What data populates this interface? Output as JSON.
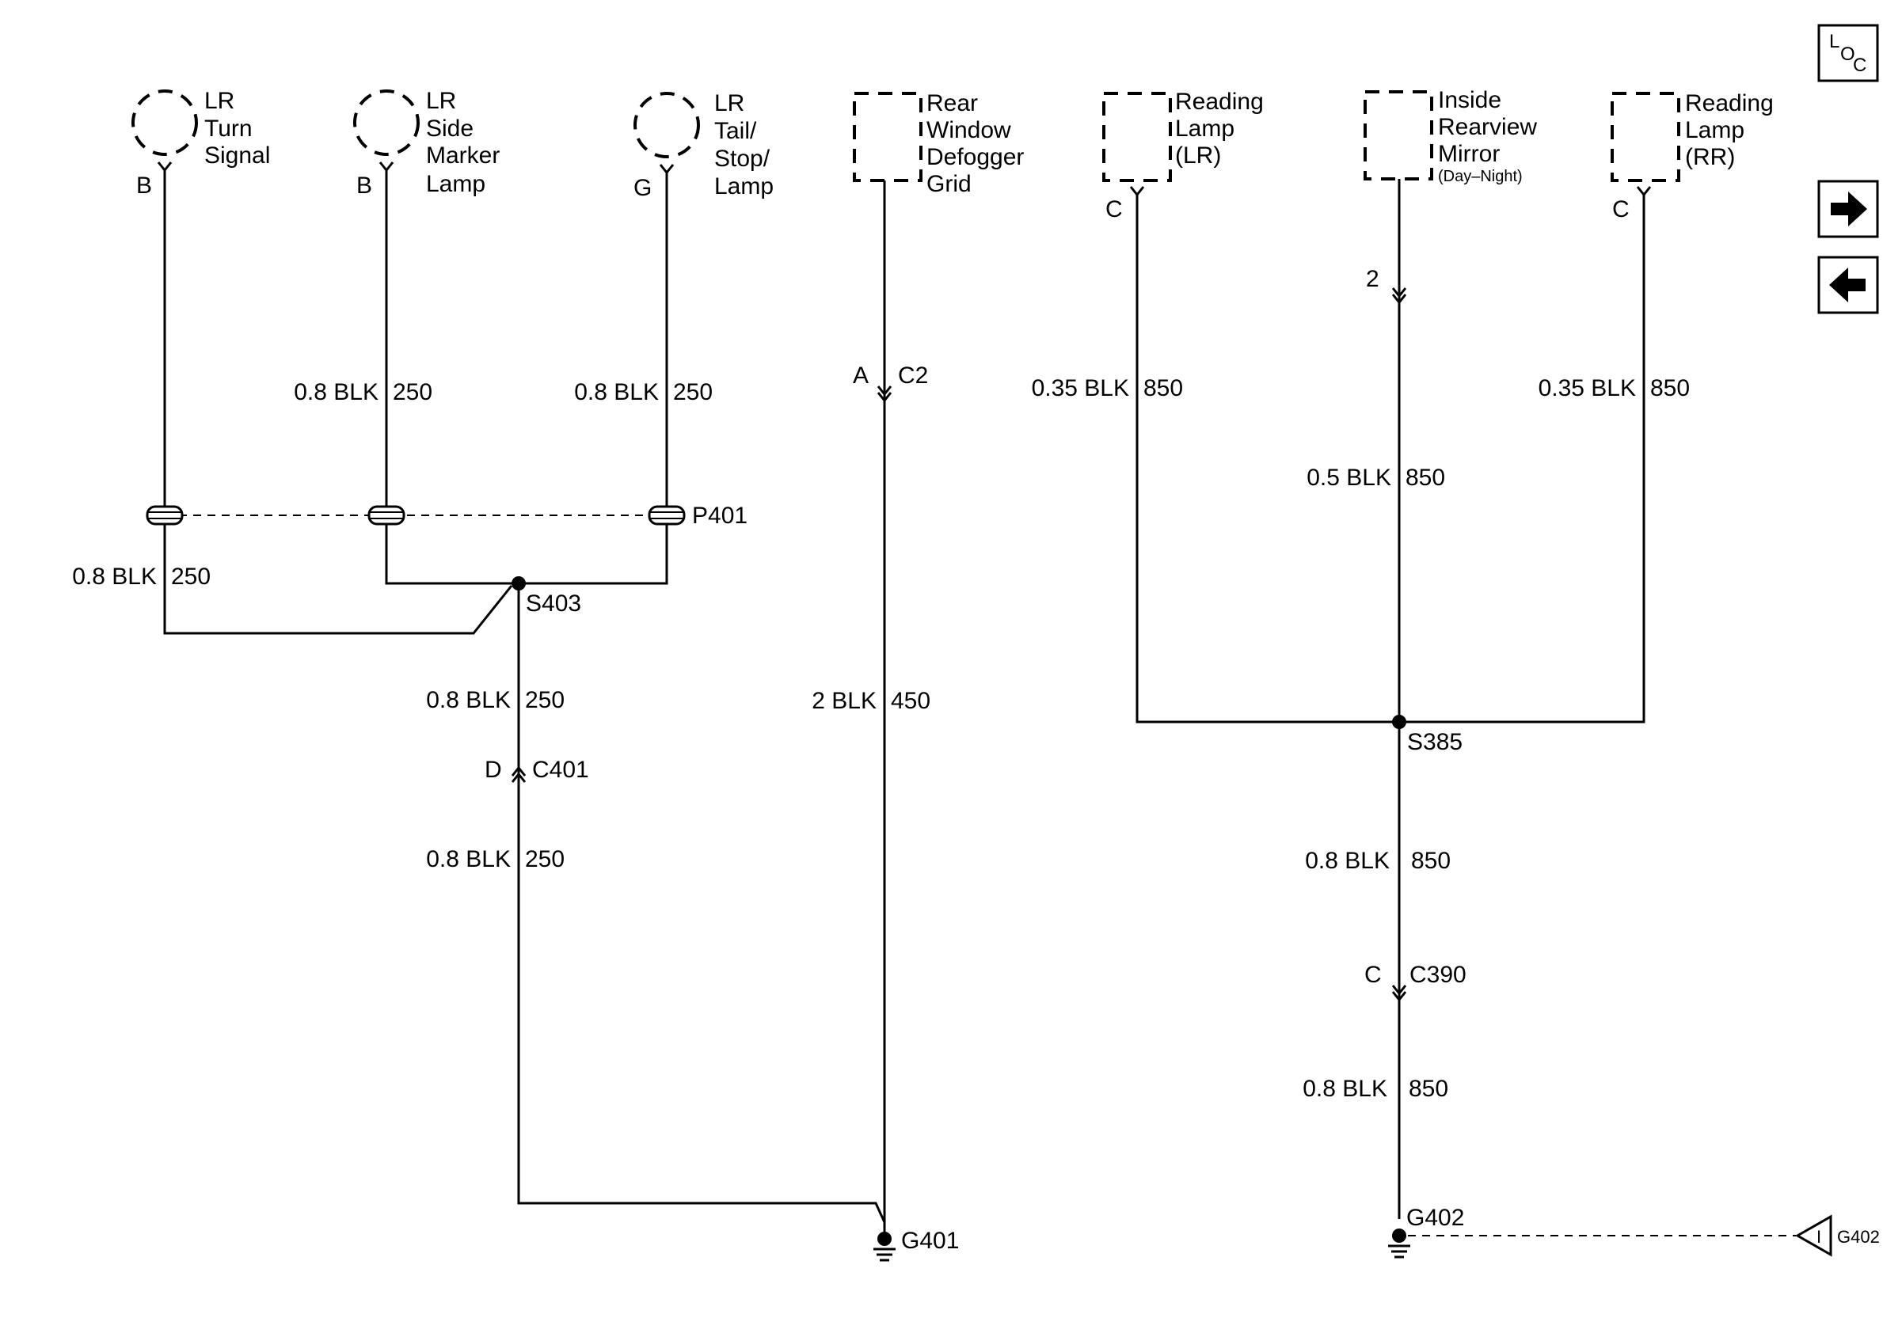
{
  "nav": {
    "loc": {
      "l": "L",
      "o": "O",
      "c": "C"
    },
    "forward_icon": "right-arrow-icon",
    "back_icon": "left-arrow-icon"
  },
  "components": {
    "lr_turn": {
      "l1": "LR",
      "l2": "Turn",
      "l3": "Signal",
      "pin": "B"
    },
    "lr_side": {
      "l1": "LR",
      "l2": "Side",
      "l3": "Marker",
      "l4": "Lamp",
      "pin": "B"
    },
    "lr_tail": {
      "l1": "LR",
      "l2": "Tail/",
      "l3": "Stop/",
      "l4": "Lamp",
      "pin": "G"
    },
    "defog": {
      "l1": "Rear",
      "l2": "Window",
      "l3": "Defogger",
      "l4": "Grid"
    },
    "read_lr": {
      "l1": "Reading",
      "l2": "Lamp",
      "l3": "(LR)",
      "pin": "C"
    },
    "mirror": {
      "l1": "Inside",
      "l2": "Rearview",
      "l3": "Mirror",
      "l4": "(Day–Night)",
      "pin": "2"
    },
    "read_rr": {
      "l1": "Reading",
      "l2": "Lamp",
      "l3": "(RR)",
      "pin": "C"
    }
  },
  "wires": {
    "side_upper": {
      "size": "0.8 BLK",
      "circuit": "250"
    },
    "tail_upper": {
      "size": "0.8 BLK",
      "circuit": "250"
    },
    "turn_lower": {
      "size": "0.8 BLK",
      "circuit": "250"
    },
    "s403_down": {
      "size": "0.8 BLK",
      "circuit": "250"
    },
    "c401_down": {
      "size": "0.8 BLK",
      "circuit": "250"
    },
    "defog": {
      "size": "2 BLK",
      "circuit": "450"
    },
    "read_lr": {
      "size": "0.35 BLK",
      "circuit": "850"
    },
    "read_rr": {
      "size": "0.35 BLK",
      "circuit": "850"
    },
    "mirror": {
      "size": "0.5 BLK",
      "circuit": "850"
    },
    "s385_down": {
      "size": "0.8 BLK",
      "circuit": "850"
    },
    "c390_down": {
      "size": "0.8 BLK",
      "circuit": "850"
    }
  },
  "connectors": {
    "c2": {
      "pin": "A",
      "name": "C2"
    },
    "c401": {
      "pin": "D",
      "name": "C401"
    },
    "c390": {
      "pin": "C",
      "name": "C390"
    },
    "p401": "P401"
  },
  "splices": {
    "s403": "S403",
    "s385": "S385"
  },
  "grounds": {
    "g401": "G401",
    "g402": "G402",
    "g402_ref": "G402",
    "g402_ref_glyph": "I"
  }
}
